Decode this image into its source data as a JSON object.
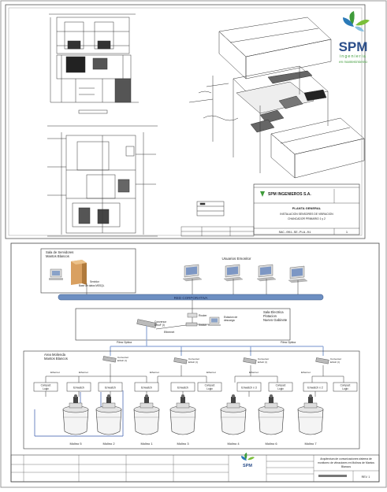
{
  "brand": {
    "name": "SPM",
    "tagline_line1": "ingenieria",
    "tagline_line2": "en mantenimiento",
    "logo_colors": [
      "#3f9b3a",
      "#7bbf3a",
      "#2b7ab8",
      "#88c0e0"
    ]
  },
  "top_plan": {
    "company": "SPM INGENIEROS S.A.",
    "title": "PLANTA GENERAL",
    "subtitle_line1": "INSTALACION SENSORES DE VIBRACION",
    "subtitle_line2": "CHANCADOR PRIMARIO 1 y 2",
    "drawing_number": "SAC-001-SE-PLA-01",
    "sheet": "1"
  },
  "network": {
    "server_room_title_line1": "Sala de Servidores",
    "server_room_title_line2": "Mantos Blancos",
    "server_label_line1": "Servidor",
    "server_label_line2": "Base de datos MSSQL",
    "users_label": "Usuarios Emonitor",
    "corporate_network": "RED CORPORATIVA",
    "router_label": "Router",
    "switch_label": "Switch",
    "workstation_label_line1": "Estacion de",
    "workstation_label_line2": "descarga",
    "electrical_room_line1": "Sala Electrica",
    "electrical_room_line2": "Flotacion",
    "electrical_room_line3": "Nuevo Gabinete",
    "converter_label_line1": "Conversor",
    "converter_label_line2": "EthoF (I)",
    "ethernet_label": "Ethernet",
    "fiber_label": "Fibra Optica",
    "area_title_line1": "Area Molienda",
    "area_title_line2": "Mantos Blancos",
    "compact_logix_line1": "Compact",
    "compact_logix_line2": "Logix",
    "enwatch": "Enwatch",
    "enwatch_x3": "Enwatch x 3",
    "enwatch_x2": "Enwatch x 2",
    "mills": [
      "Molino 5",
      "Molino 2",
      "Molino 1",
      "Molino 3",
      "Molino 4",
      "Molino 6",
      "Molino 7"
    ],
    "title_block_line1": "Arquitectura de comunicaciones sistema de",
    "title_block_line2": "monitoreo de vibraciones en Molinos de Mantos",
    "title_block_line3": "Blancos",
    "rev": "REV. 1"
  },
  "colors": {
    "line": "#2a2a2a",
    "corporate_bar": "#6d8fc2",
    "fiber": "#8fa8d6",
    "blue_line": "#3355aa"
  }
}
